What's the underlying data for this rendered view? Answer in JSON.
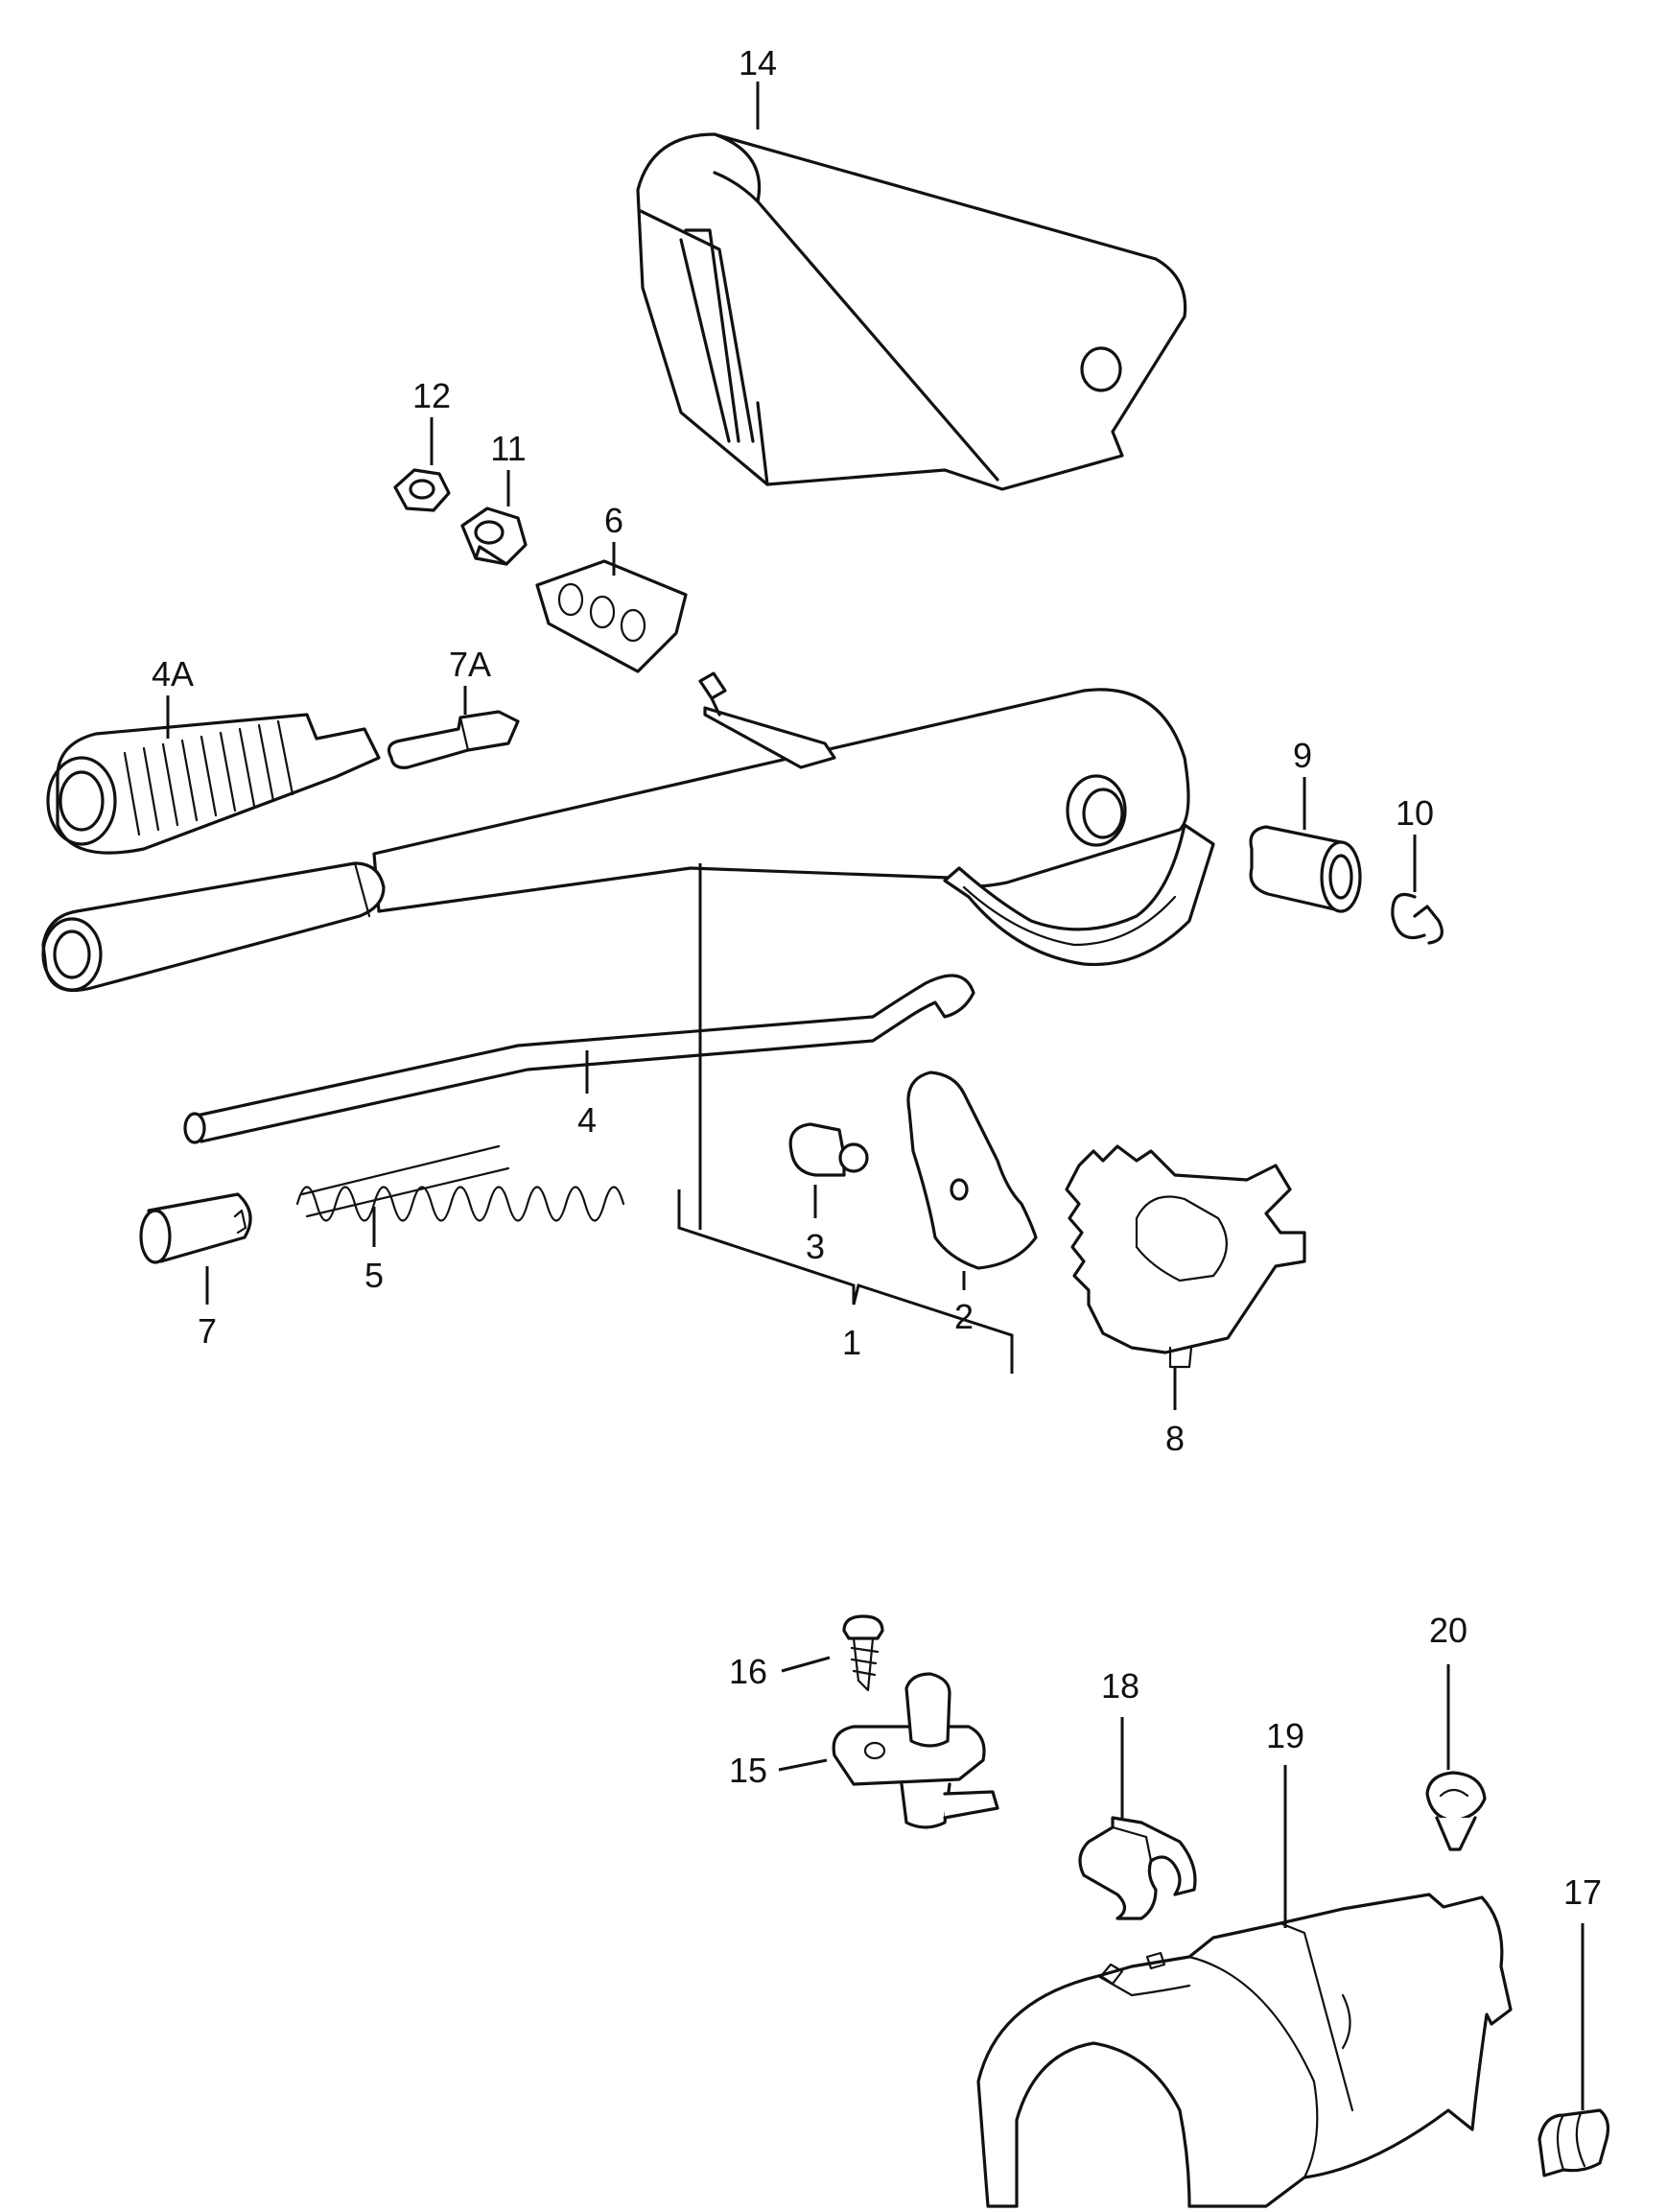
{
  "callouts": {
    "c1": "1",
    "c2": "2",
    "c3": "3",
    "c4": "4",
    "c4a": "4A",
    "c5": "5",
    "c6": "6",
    "c7": "7",
    "c7a": "7A",
    "c8": "8",
    "c9": "9",
    "c10": "10",
    "c11": "11",
    "c12": "12",
    "c14": "14",
    "c15": "15",
    "c16": "16",
    "c17": "17",
    "c18": "18",
    "c19": "19",
    "c20": "20"
  },
  "colors": {
    "line": "#111111",
    "background": "#ffffff"
  }
}
